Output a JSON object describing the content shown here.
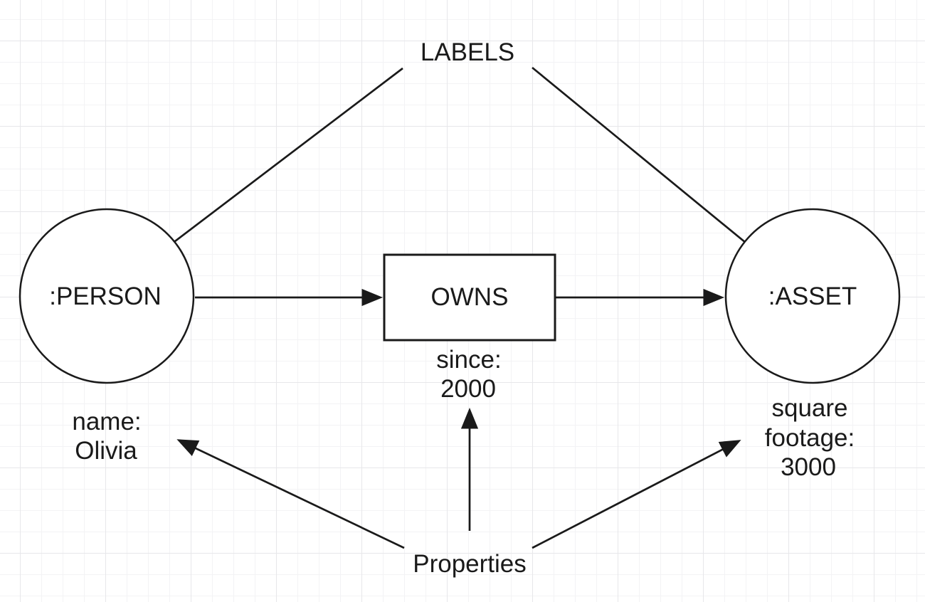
{
  "colors": {
    "canvas_background": "#ffffff",
    "grid_minor": "#f3f3f5",
    "grid_major": "#e7e7ea",
    "stroke": "#1a1a1a",
    "shape_fill": "#ffffff"
  },
  "diagram": {
    "annotations": {
      "labels_title": "LABELS",
      "properties_title": "Properties"
    },
    "nodes": {
      "person": {
        "label": ":PERSON"
      },
      "asset": {
        "label": ":ASSET"
      }
    },
    "relationship": {
      "label": "OWNS",
      "property_lines": [
        "since:",
        "2000"
      ]
    },
    "node_properties": {
      "person_lines": [
        "name:",
        "Olivia"
      ],
      "asset_lines": [
        "square",
        "footage:",
        "3000"
      ]
    }
  }
}
